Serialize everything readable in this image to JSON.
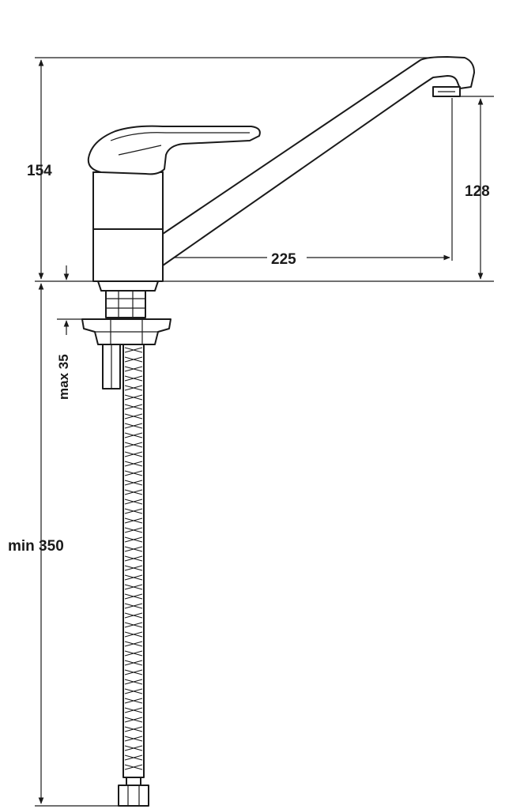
{
  "dimensions": {
    "total_height": "154",
    "outlet_height": "128",
    "spout_reach": "225",
    "max_thickness": "max 35",
    "hose_length": "min 350"
  },
  "colors": {
    "line": "#1a1a1a",
    "background": "#ffffff"
  }
}
